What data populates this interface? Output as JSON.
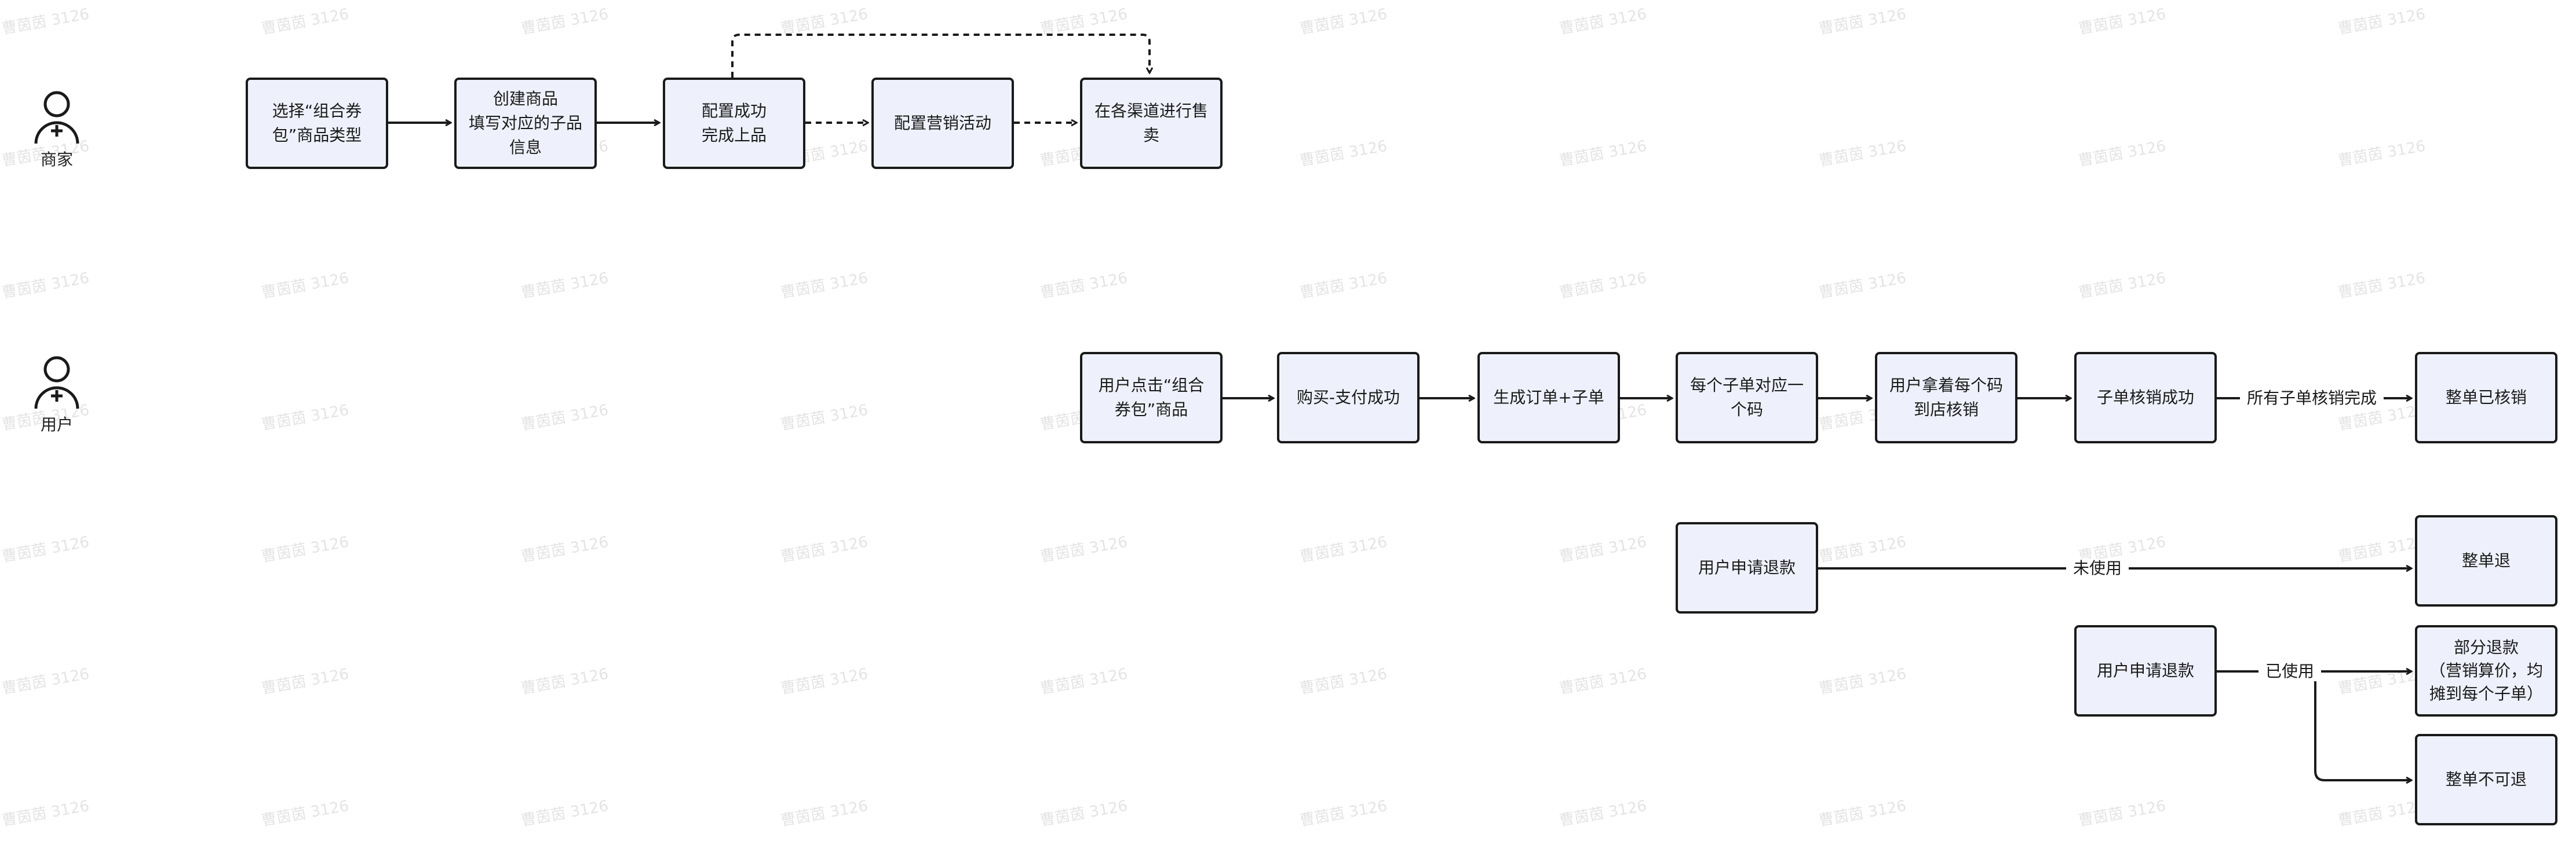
{
  "actors": {
    "merchant": "商家",
    "user": "用户"
  },
  "merchant_flow": {
    "select_type": "选择“组合券\n包”商品类型",
    "create_product": "创建商品\n填写对应的子品\n信息",
    "config_success": "配置成功\n完成上品",
    "marketing": "配置营销活动",
    "sell_channels": "在各渠道进行售\n卖"
  },
  "user_flow": {
    "click_product": "用户点击“组合\n券包”商品",
    "purchase": "购买-支付成功",
    "generate_order": "生成订单+子单",
    "code_per_sub": "每个子单对应一\n个码",
    "redeem_in_store": "用户拿着每个码\n到店核销",
    "sub_redeemed": "子单核销成功",
    "all_redeemed_label": "所有子单核销完成",
    "order_redeemed": "整单已核销"
  },
  "refund_unused": {
    "apply": "用户申请退款",
    "condition": "未使用",
    "result": "整单退"
  },
  "refund_used": {
    "apply": "用户申请退款",
    "condition": "已使用",
    "partial": "部分退款\n（营销算价，均\n摊到每个子单）",
    "no_refund": "整单不可退"
  },
  "watermark_text": "曹茵茵 3126",
  "colors": {
    "box_fill": "#eef1fb",
    "stroke": "#1a1a1a",
    "watermark": "#e4e4e4"
  }
}
